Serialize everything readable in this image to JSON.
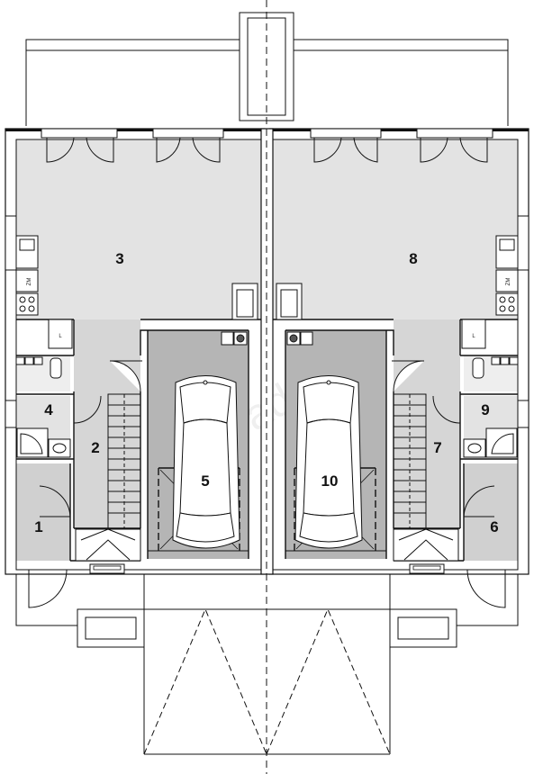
{
  "plan": {
    "units": [
      {
        "side": "left",
        "rooms": [
          {
            "id": "living",
            "number": "3"
          },
          {
            "id": "hall",
            "number": "2"
          },
          {
            "id": "bathroom",
            "number": "4"
          },
          {
            "id": "entry",
            "number": "1"
          },
          {
            "id": "garage",
            "number": "5"
          }
        ]
      },
      {
        "side": "right",
        "rooms": [
          {
            "id": "living",
            "number": "8"
          },
          {
            "id": "hall",
            "number": "7"
          },
          {
            "id": "bathroom",
            "number": "9"
          },
          {
            "id": "entry",
            "number": "6"
          },
          {
            "id": "garage",
            "number": "10"
          }
        ]
      }
    ],
    "appliance_labels": {
      "fridge": "L",
      "dishwasher": "ZM"
    },
    "watermark": "extradom",
    "colors": {
      "wall": "#111111",
      "room_fill": "#e3e3e3",
      "hall_fill": "#d6d6d6",
      "garage_fill": "#b5b5b5",
      "background": "#ffffff"
    }
  }
}
